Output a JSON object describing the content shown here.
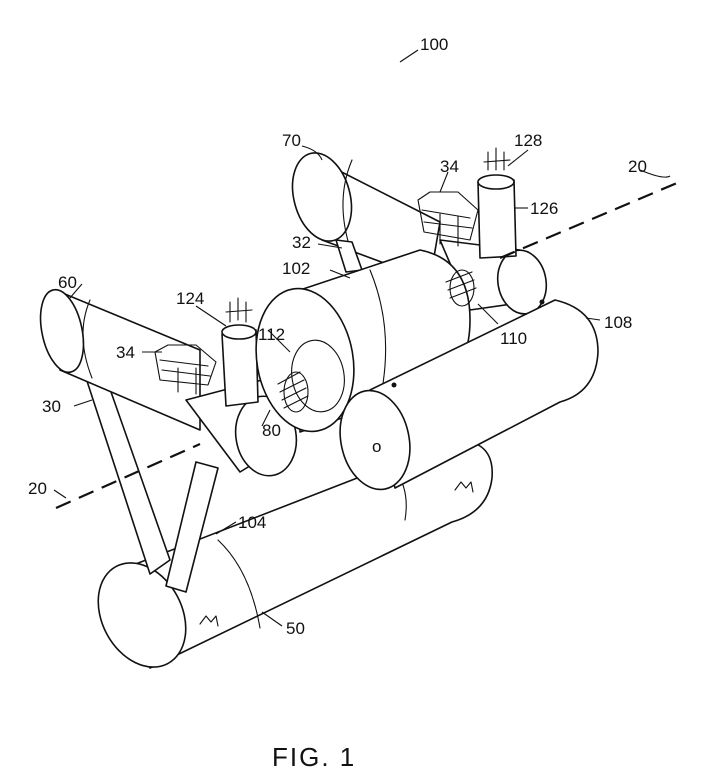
{
  "figure": {
    "caption": "FIG. 1",
    "reference_numerals": {
      "device": "100",
      "axis_top": "20",
      "axis_left": "20",
      "float_top": "70",
      "float_left": "60",
      "float_bottom": "50",
      "handle_top": "34",
      "handle_left": "34",
      "strut_top": "32",
      "strut_left": "30",
      "hub": "102",
      "cross_member": "104",
      "cross_member_right": "108",
      "bolt_right": "110",
      "bolt_left": "112",
      "post_left": "124",
      "post_right": "126",
      "post_cap": "128",
      "joint": "80"
    }
  }
}
